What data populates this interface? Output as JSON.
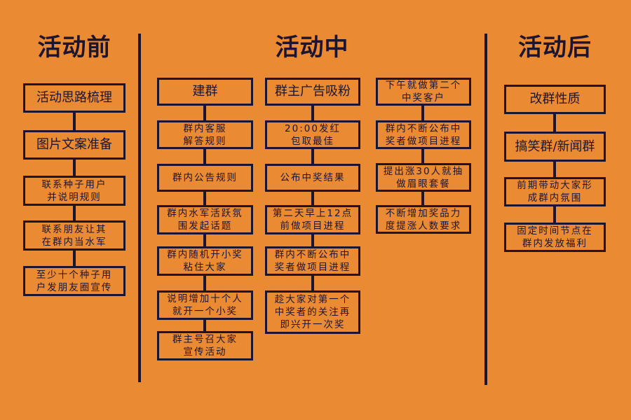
{
  "colors": {
    "background": "#EA8A32",
    "ink": "#1B1530"
  },
  "sections": [
    {
      "title": "活动前",
      "steps": [
        "活动思路梳理",
        "图片文案准备",
        "联系种子用户\n并说明规则",
        "联系朋友让其\n在群内当水军",
        "至少十个种子用\n户发朋友圈宣传"
      ]
    },
    {
      "title": "活动中",
      "columns": [
        {
          "steps": [
            "建群",
            "群内客服\n解答规则",
            "群内公告规则",
            "群内水军活跃氛\n围发起话题",
            "群内随机开小奖\n粘住大家",
            "说明增加十个人\n就开一个小奖",
            "群主号召大家\n宣传活动"
          ]
        },
        {
          "steps": [
            "群主广告吸粉",
            "20:00发红\n包取最佳",
            "公布中奖结果",
            "第二天早上12点\n前做项目进程",
            "群内不断公布中\n奖者做项目进程",
            "趁大家对第一个\n中奖者的关注再\n即兴开一次奖"
          ]
        },
        {
          "steps": [
            "下午就做第二个\n中奖客户",
            "群内不断公布中\n奖者做项目进程",
            "提出涨30人就抽\n做眉眼套餐",
            "不断增加奖品力\n度提涨人数要求"
          ]
        }
      ]
    },
    {
      "title": "活动后",
      "steps": [
        "改群性质",
        "搞笑群/新闻群",
        "前期带动大家形\n成群内氛围",
        "固定时间节点在\n群内发放福利"
      ]
    }
  ]
}
